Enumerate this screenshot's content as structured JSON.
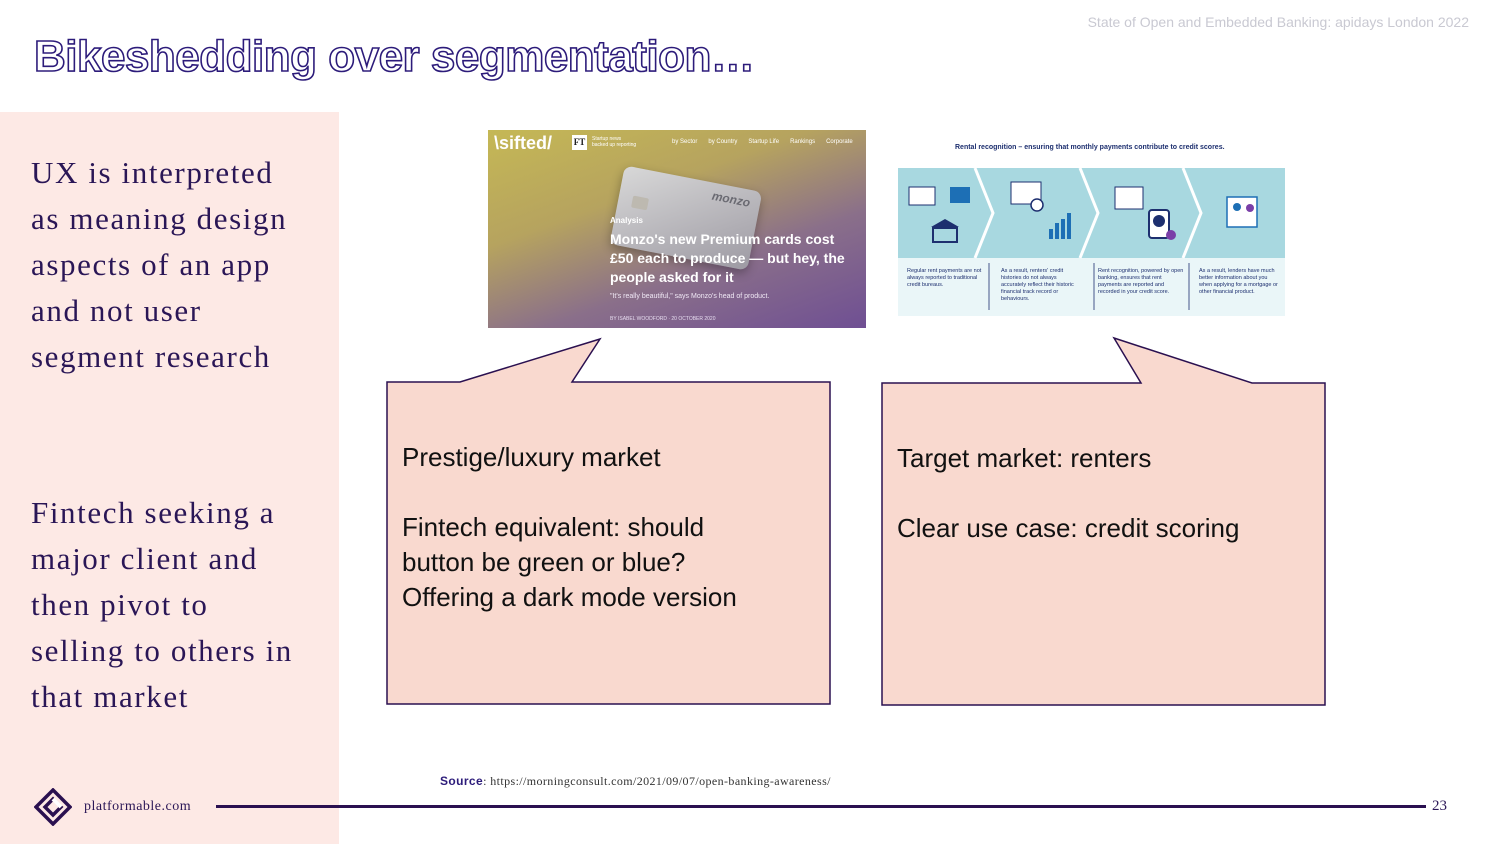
{
  "header": {
    "event_note": "State of Open and Embedded Banking: apidays London 2022",
    "title": "Bikeshedding over segmentation…"
  },
  "sidebar": {
    "paragraph_1": "UX is interpreted\nas meaning design\naspects of an app\nand not user\nsegment research",
    "paragraph_2": "Fintech seeking a\nmajor client and\nthen pivot to\nselling to others in\nthat market"
  },
  "sifted_screenshot": {
    "logo": "\\sifted/",
    "ft_badge": "FT",
    "partner_note": "Startup news\nbacked up reporting",
    "nav": [
      "by Sector",
      "by Country",
      "Startup Life",
      "Rankings",
      "Corporate"
    ],
    "card_brand": "monzo",
    "tag": "Analysis",
    "headline": "Monzo's new Premium cards cost £50 each to produce — but hey, the people asked for it",
    "standfirst": "\"It's really beautiful,\" says Monzo's head of product.",
    "byline": "BY ISABEL WOODFORD · 20 OCTOBER 2020"
  },
  "rental_screenshot": {
    "heading": "Rental recognition – ensuring that monthly payments contribute to credit scores.",
    "steps": [
      "Regular rent payments are not always reported to traditional credit bureaus.",
      "As a result, renters' credit histories do not always accurately reflect their historic financial track record or behaviours.",
      "Rent recognition, powered by open banking, ensures that rent payments are reported and recorded in your credit score.",
      "As a result, lenders have much better information about you when applying for a mortgage or other financial product."
    ]
  },
  "callout_left": {
    "line_1": "Prestige/luxury market",
    "line_2": "Fintech equivalent: should",
    "line_3": "button be green or blue?",
    "line_4": "Offering a dark mode version"
  },
  "callout_right": {
    "line_1": "Target market: renters",
    "line_2": "Clear use case: credit scoring"
  },
  "footer": {
    "source_label": "Source",
    "source_url": ": https://morningconsult.com/2021/09/07/open-banking-awareness/",
    "brand": "platformable.com",
    "page_number": "23"
  },
  "colors": {
    "accent": "#2c1b7a",
    "sidebar_bg": "#fde9e5",
    "callout_fill": "#f9d9cf"
  }
}
